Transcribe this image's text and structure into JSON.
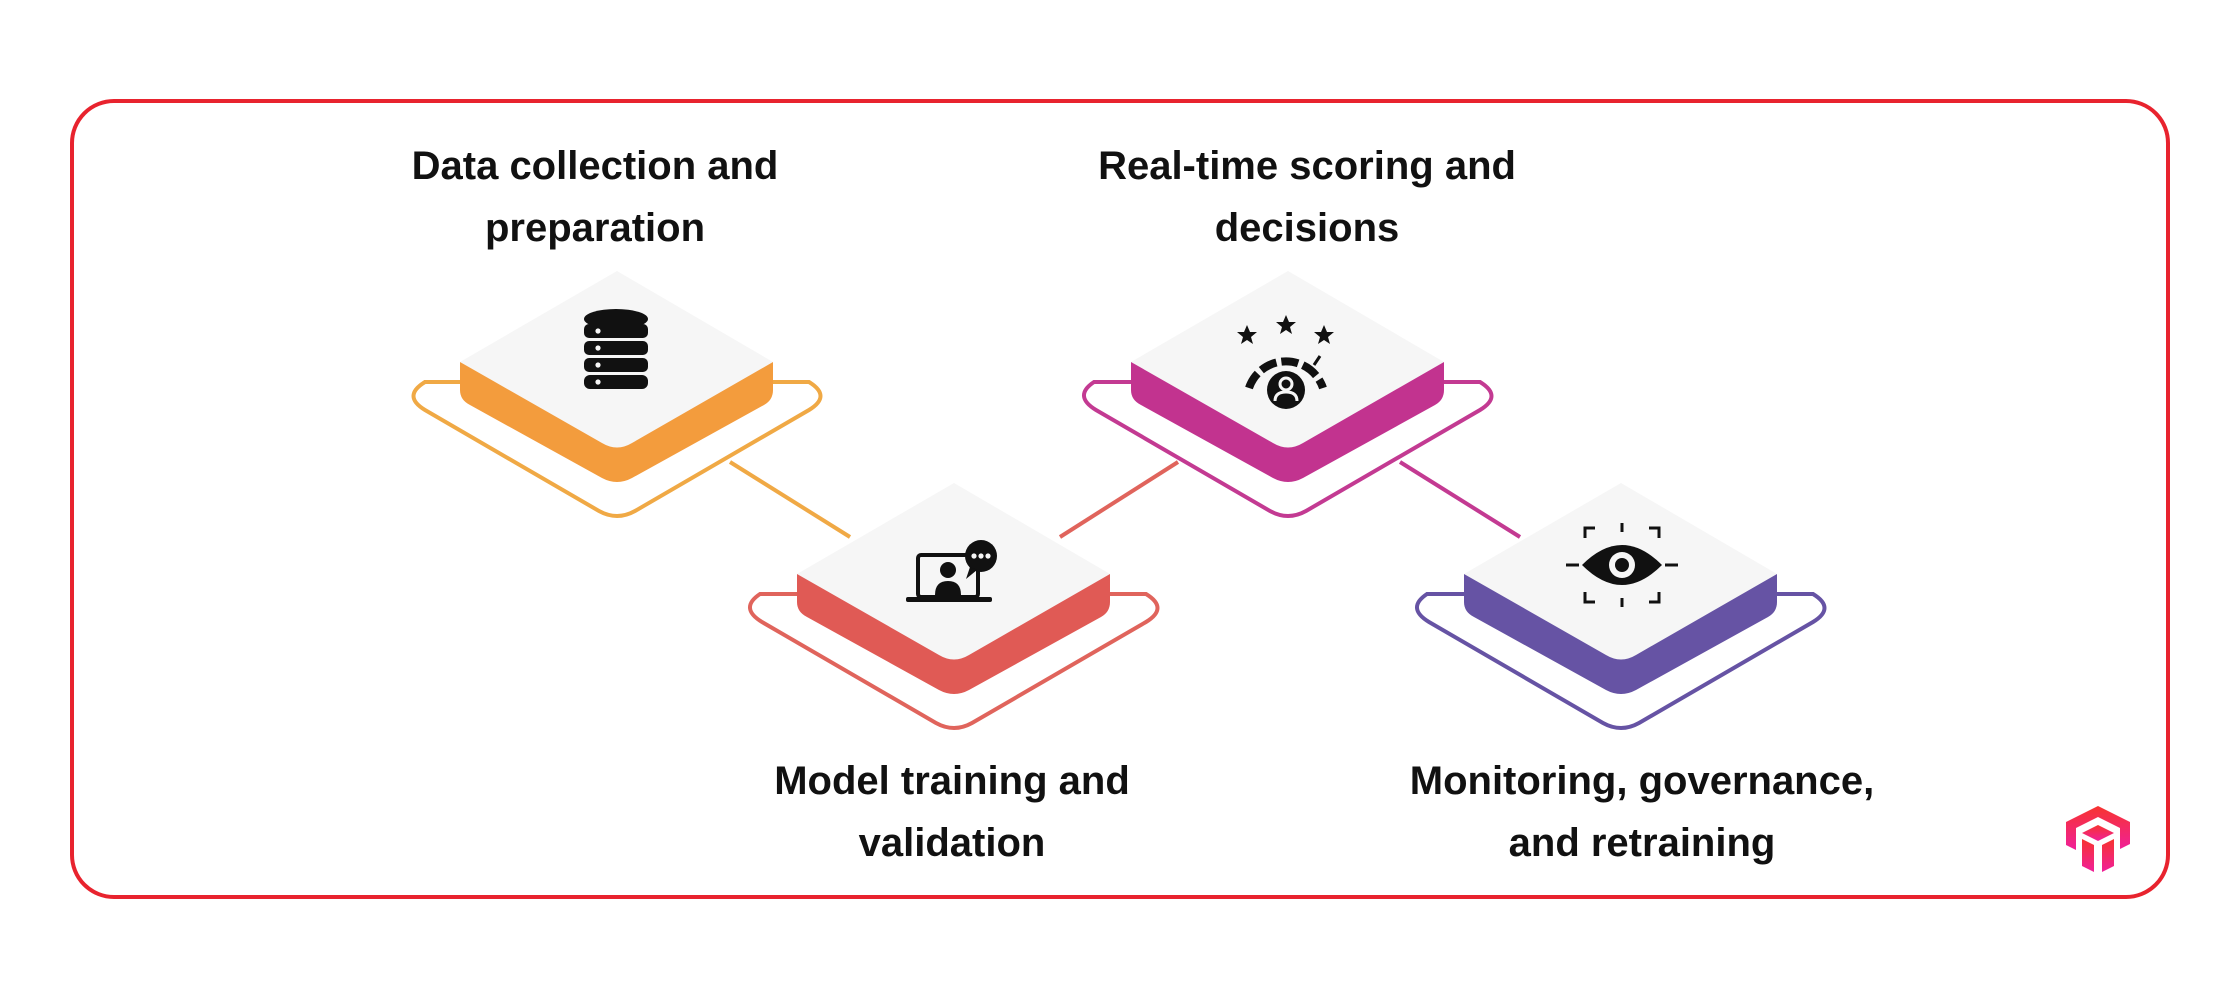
{
  "steps": [
    {
      "lines": [
        "Data collection and",
        "preparation"
      ],
      "color": "#f39c3d",
      "icon": "database-icon"
    },
    {
      "lines": [
        "Model training and",
        "validation"
      ],
      "color": "#e05a55",
      "icon": "video-call-icon"
    },
    {
      "lines": [
        "Real-time scoring and",
        "decisions"
      ],
      "color": "#c2338f",
      "icon": "rating-gauge-icon"
    },
    {
      "lines": [
        "Monitoring, governance,",
        "and retraining"
      ],
      "color": "#6653a4",
      "icon": "eye-scan-icon"
    }
  ],
  "colors": {
    "frame": "#e8232e",
    "tile_top": "#f6f6f6",
    "logo_top": "#f7342f",
    "logo_bottom": "#f0209a"
  }
}
